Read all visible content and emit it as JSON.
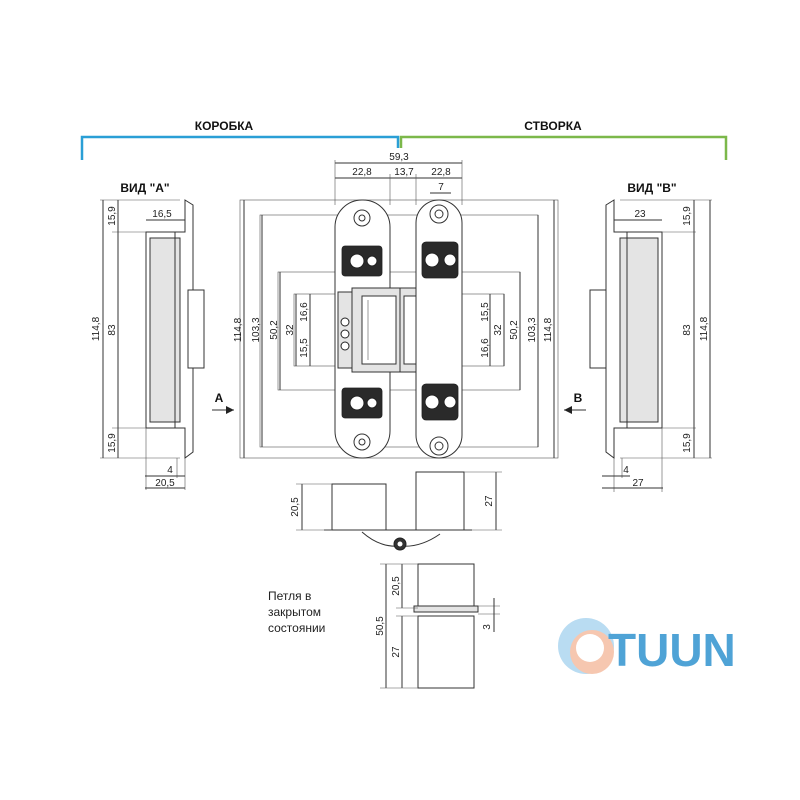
{
  "headers": {
    "frame": "КОРОБКА",
    "leaf": "СТВОРКА",
    "frame_color": "#2a9fd6",
    "leaf_color": "#7cb84a"
  },
  "views": {
    "a": "ВИД \"A\"",
    "b": "ВИД \"B\"",
    "arrow_a": "A",
    "arrow_b": "B"
  },
  "dims": {
    "top_total": "59,3",
    "top_left": "22,8",
    "top_mid": "13,7",
    "top_right": "22,8",
    "pin": "7",
    "a_top": "15,9",
    "a_width": "16,5",
    "a_mid": "83",
    "a_total": "114,8",
    "a_bottom": "15,9",
    "a_small": "4",
    "a_base": "20,5",
    "b_width": "23",
    "b_top": "15,9",
    "b_mid": "83",
    "b_total": "114,8",
    "b_bottom": "15,9",
    "b_small": "4",
    "b_base": "27",
    "f_total": "114,8",
    "f_inner": "103,3",
    "f_span": "50,2",
    "f_c1": "32",
    "f_c2": "16,6",
    "f_c3": "15,5",
    "r_c1": "15,5",
    "r_c2": "32",
    "r_c3": "16,6",
    "r_span": "50,2",
    "r_inner": "103,3",
    "r_total": "114,8",
    "side_left": "20,5",
    "side_right": "27",
    "cl_top": "20,5",
    "cl_total": "50,5",
    "cl_bottom": "27",
    "cl_gap": "3"
  },
  "caption": {
    "line1": "Петля в",
    "line2": "закрытом",
    "line3": "состоянии"
  },
  "logo": {
    "text": "TUUN",
    "text_color": "#4fa3d6"
  }
}
